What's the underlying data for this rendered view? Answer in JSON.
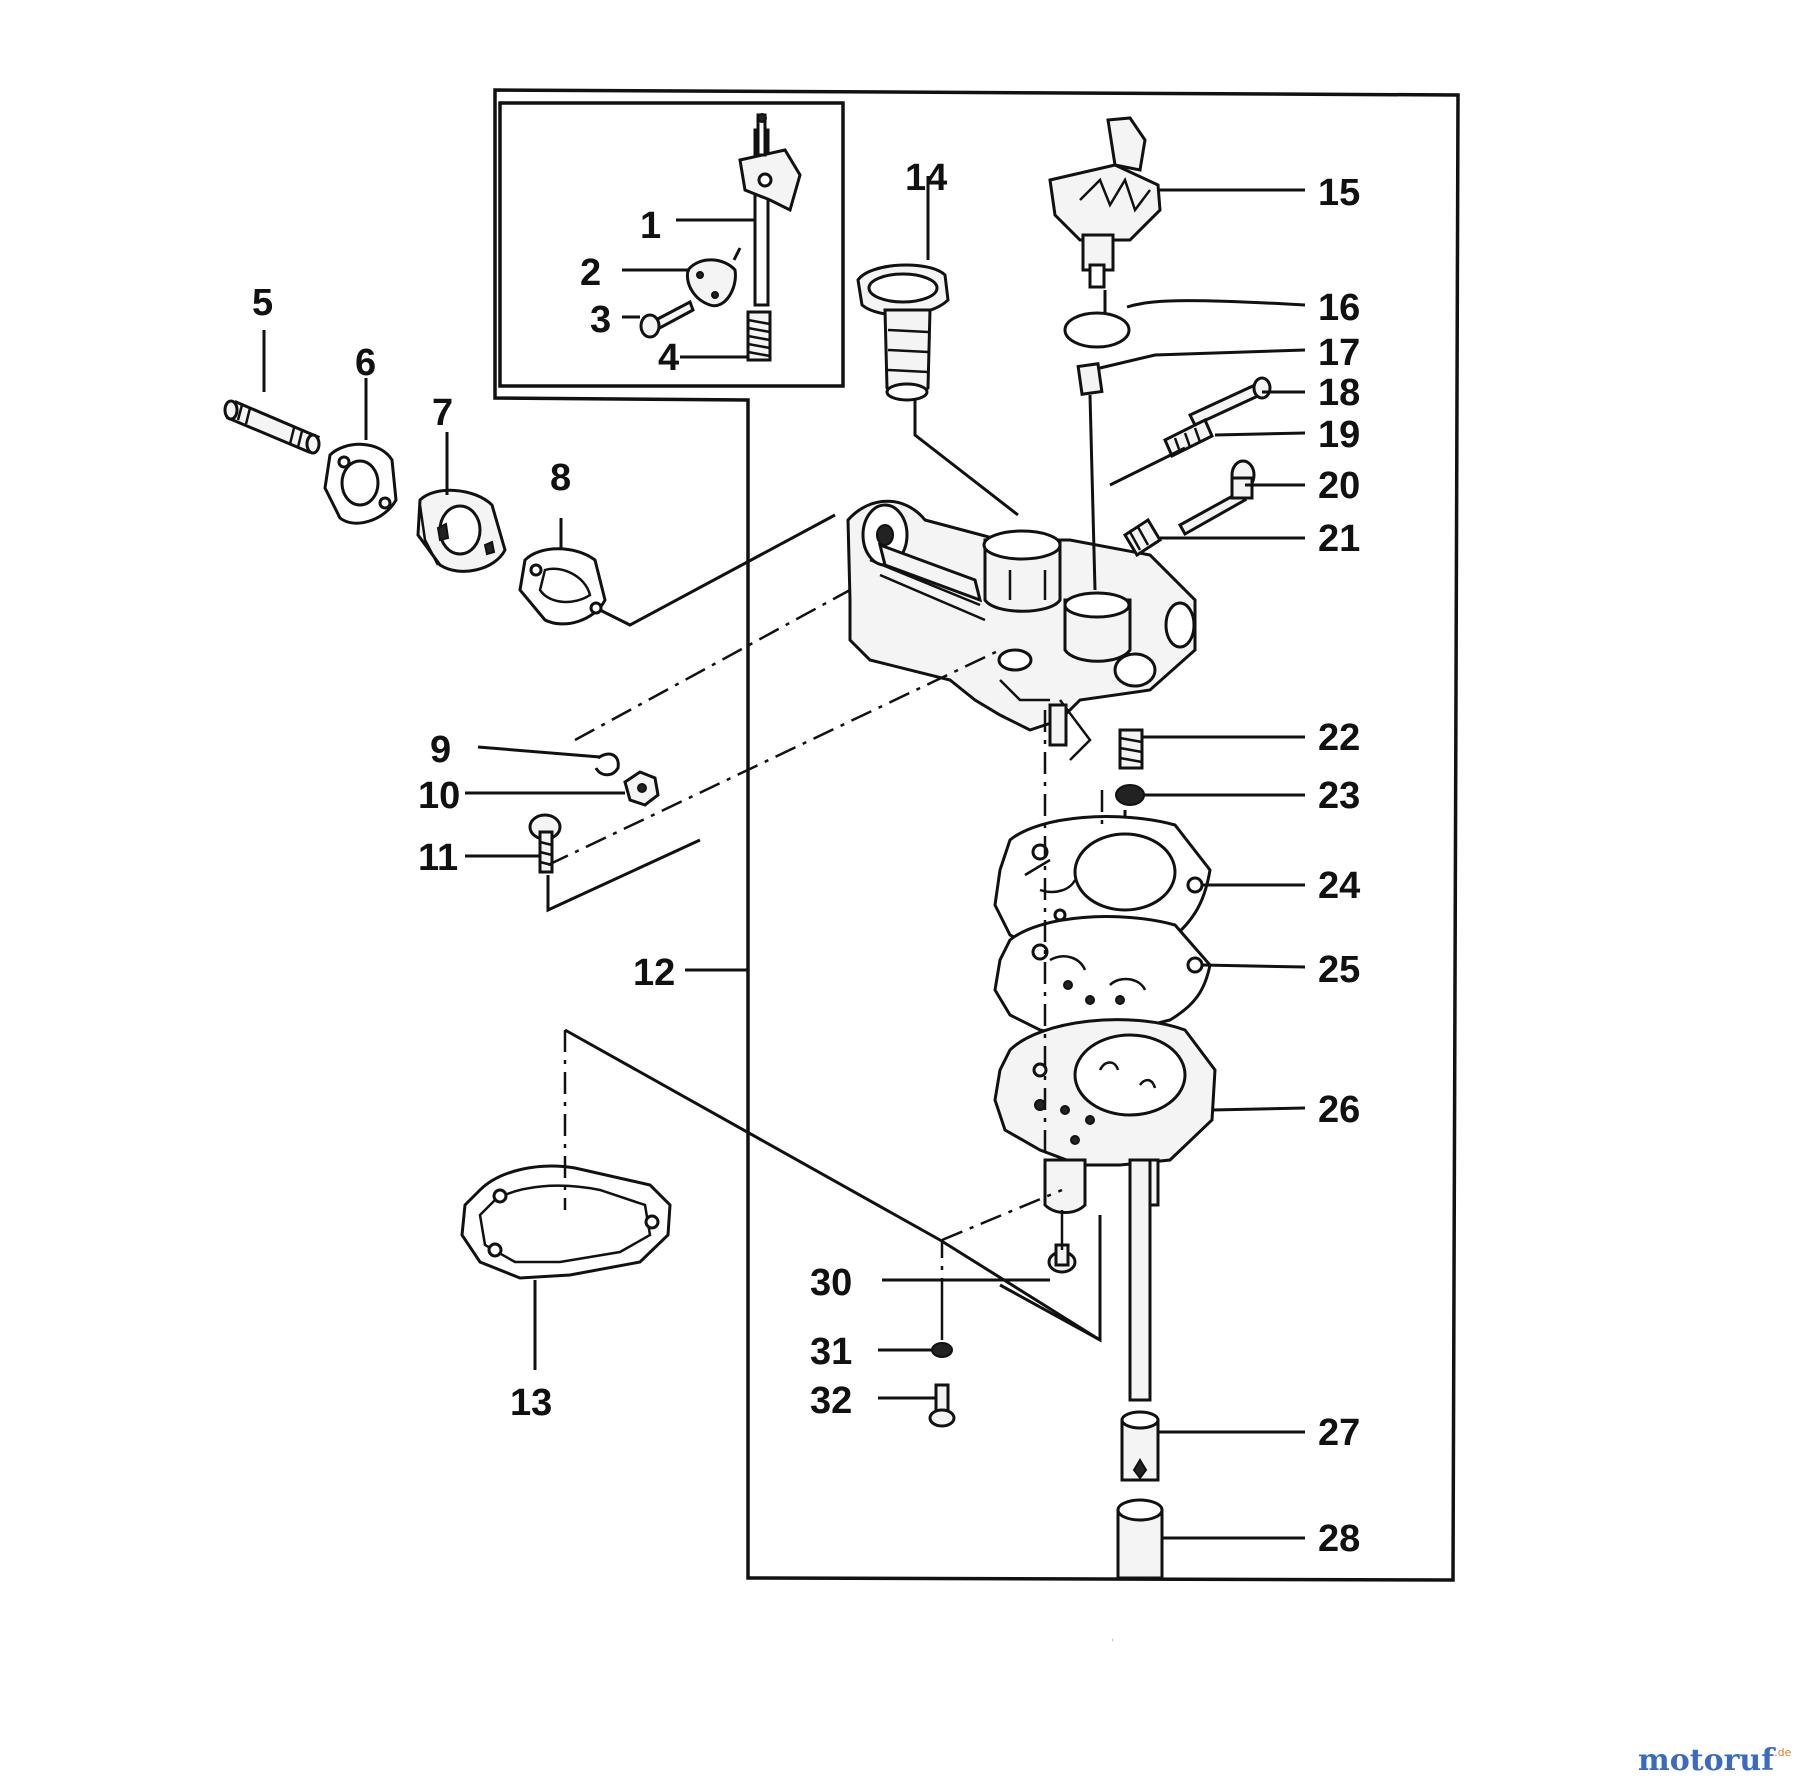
{
  "labels": {
    "p1": "1",
    "p2": "2",
    "p3": "3",
    "p4": "4",
    "p5": "5",
    "p6": "6",
    "p7": "7",
    "p8": "8",
    "p9": "9",
    "p10": "10",
    "p11": "11",
    "p12": "12",
    "p13": "13",
    "p14": "14",
    "p15": "15",
    "p16": "16",
    "p17": "17",
    "p18": "18",
    "p19": "19",
    "p20": "20",
    "p21": "21",
    "p22": "22",
    "p23": "23",
    "p24": "24",
    "p25": "25",
    "p26": "26",
    "p27": "27",
    "p28": "28",
    "p30": "30",
    "p31": "31",
    "p32": "32"
  },
  "watermark": {
    "text_main": "motoruf",
    "text_suffix": ".de",
    "color_main": "#3b6bbf",
    "color_accent": "#e07a2a"
  }
}
